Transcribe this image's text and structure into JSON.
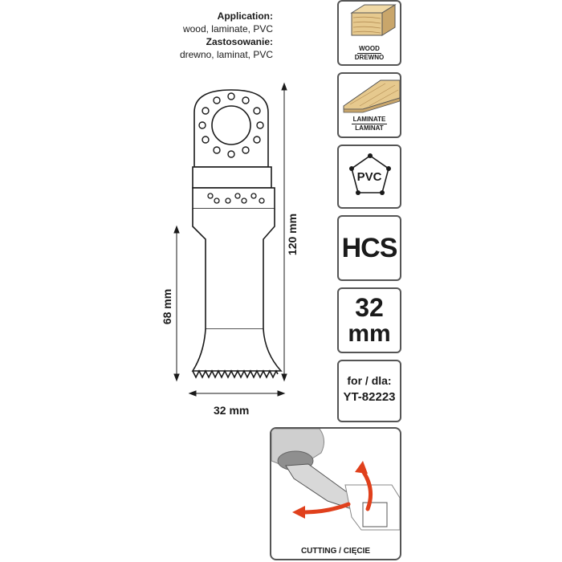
{
  "application": {
    "heading_en": "Application:",
    "materials_en": "wood, laminate, PVC",
    "heading_pl": "Zastosowanie:",
    "materials_pl": "drewno, laminat, PVC"
  },
  "dimensions": {
    "total_length": "120 mm",
    "blade_length": "68 mm",
    "blade_width": "32 mm"
  },
  "tiles": {
    "wood": {
      "label_en": "WOOD",
      "label_pl": "DREWNO",
      "icon": "wood-block-icon"
    },
    "laminate": {
      "label_en": "LAMINATE",
      "label_pl": "LAMINAT",
      "icon": "laminate-board-icon"
    },
    "pvc": {
      "label": "PVC",
      "icon": "pvc-pentagon-icon"
    },
    "hcs": {
      "label": "HCS"
    },
    "width": {
      "value": "32",
      "unit": "mm"
    },
    "compat": {
      "prefix": "for / dla:",
      "model": "YT-82223"
    }
  },
  "cutting": {
    "caption": "CUTTING / CIĘCIE",
    "icon": "oscillating-tool-icon"
  },
  "colors": {
    "outline": "#555555",
    "arrow": "#e0401c",
    "wood": "#e6c98e"
  }
}
